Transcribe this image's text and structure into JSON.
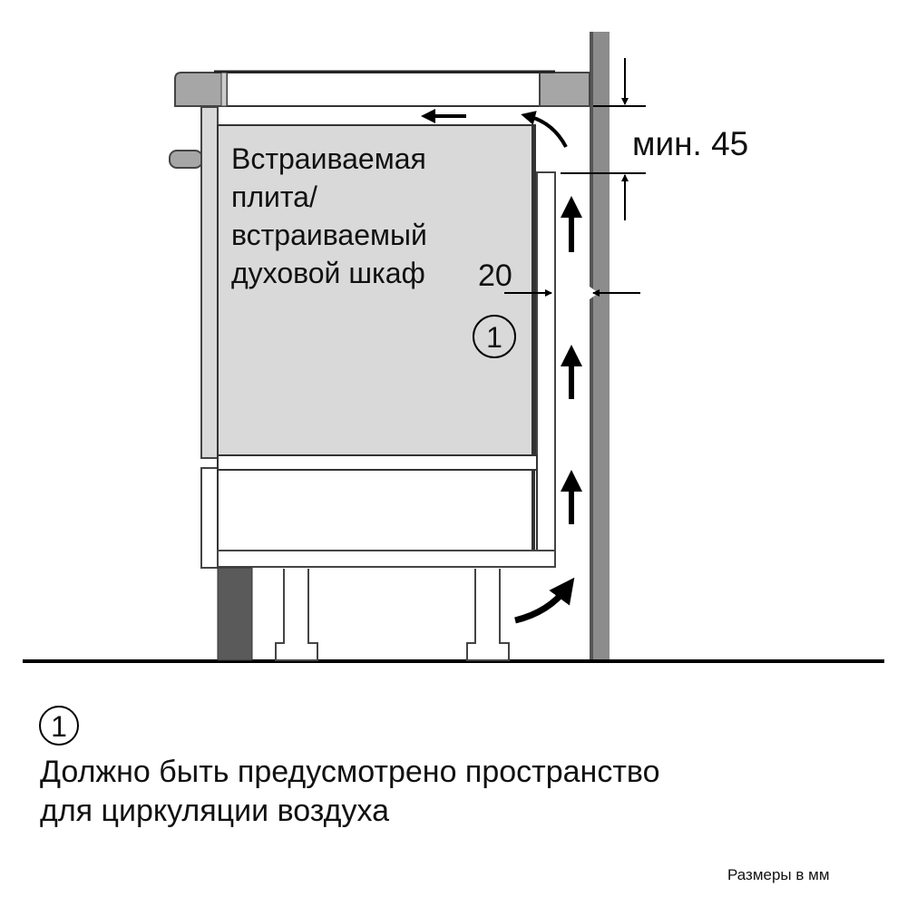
{
  "diagram": {
    "appliance_label": [
      "Встраиваемая",
      "плита/",
      "встраиваемый",
      "духовой шкаф"
    ],
    "dimension_top": "мин. 45",
    "dimension_side": "20",
    "callout_marker": "1"
  },
  "legend": {
    "marker": "1",
    "lines": [
      "Должно быть предусмотрено пространство",
      "для циркуляции воздуха"
    ]
  },
  "footer": {
    "units_note": "Размеры в мм"
  },
  "colors": {
    "wall": "#8c8c8c",
    "appliance": "#d9d9d9",
    "plinth": "#5a5a5a",
    "worktop": "#a6a6a6"
  }
}
